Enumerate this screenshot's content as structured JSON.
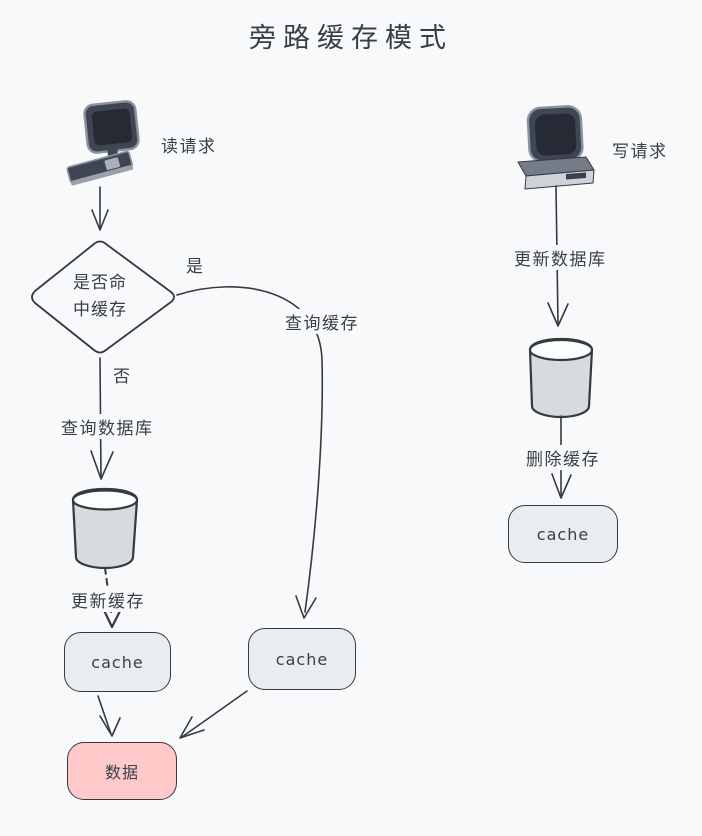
{
  "title": "旁路缓存模式",
  "colors": {
    "background": "#f8f9fa",
    "stroke": "#343a40",
    "cache_fill": "#e9edef",
    "data_fill": "#ffc9c9",
    "cylinder_fill": "#d7dade",
    "computer_body": "#3f4653",
    "computer_screen": "#252a34"
  },
  "read_flow": {
    "client": {
      "icon": "desktop-computer-icon",
      "label": "读请求"
    },
    "decision": {
      "text": "是否命中缓存",
      "line1": "是否命",
      "line2": "中缓存"
    },
    "branch_yes": {
      "label": "是",
      "edge_label": "查询缓存"
    },
    "branch_no": {
      "label": "否",
      "edge_label": "查询数据库"
    },
    "database": {
      "icon": "database-cylinder-icon"
    },
    "update_cache_edge": "更新缓存",
    "cache_node": "cache",
    "branch_cache_node": "cache",
    "data_node": "数据"
  },
  "write_flow": {
    "client": {
      "icon": "crt-monitor-icon",
      "label": "写请求"
    },
    "update_db_edge": "更新数据库",
    "database": {
      "icon": "database-cylinder-icon"
    },
    "delete_cache_edge": "删除缓存",
    "cache_node": "cache"
  }
}
